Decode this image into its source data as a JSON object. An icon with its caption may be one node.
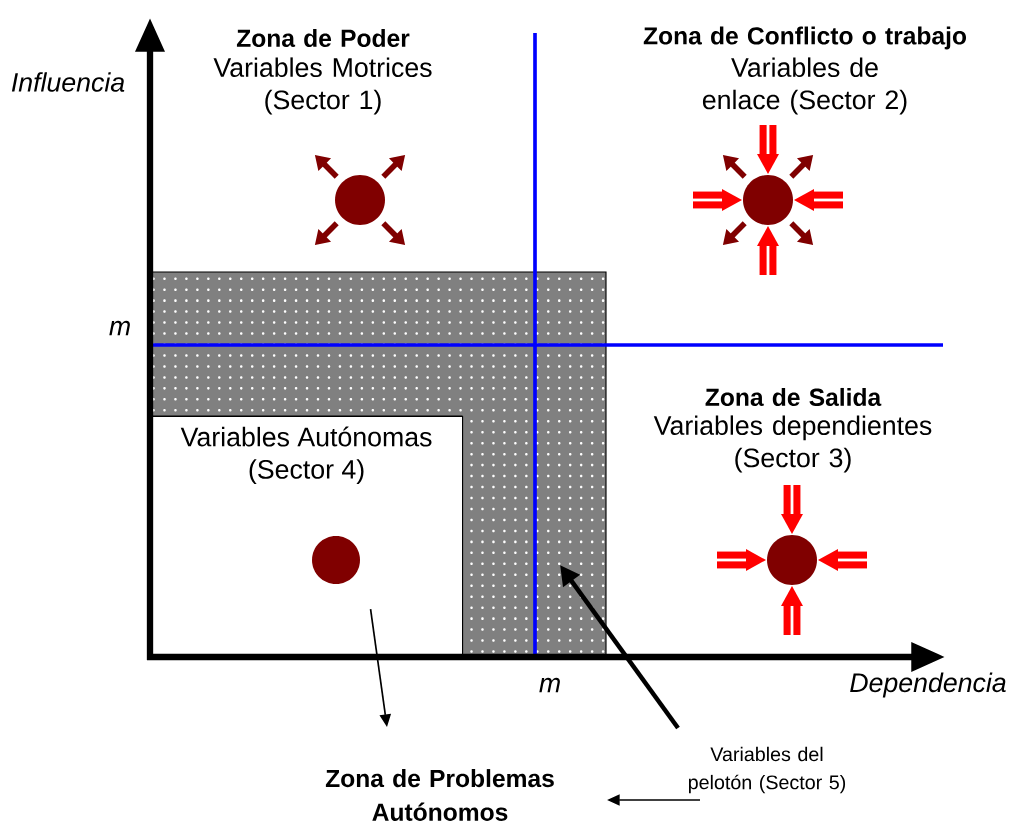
{
  "diagram": {
    "nodes": [
      {
        "text": [
          "Variables Autónomas (Sector 4)"
        ]
      },
      {
        "text": [],
        "shape": "box"
      },
      {
        "text": [
          "Variables del pelotón (Sector 5)"
        ]
      },
      {
        "text": [
          "Zona de Problemas Autónomos"
        ]
      }
    ],
    "edges": [
      {
        "from": 2,
        "to": 1,
        "arrow": "to",
        "style": "thick"
      },
      {
        "from": 2,
        "to": 3,
        "arrow": "to"
      },
      {
        "from": 0,
        "to": 3,
        "arrow": "to"
      }
    ],
    "labels": [
      "Zona de Poder",
      "Variables Motrices (Sector 1)",
      "Zona de Conflicto o trabajo",
      "Variables de enlace (Sector 2)",
      "Influencia",
      "m",
      "Zona de Salida",
      "Variables dependientes (Sector 3)",
      "m",
      "Dependencia"
    ]
  }
}
